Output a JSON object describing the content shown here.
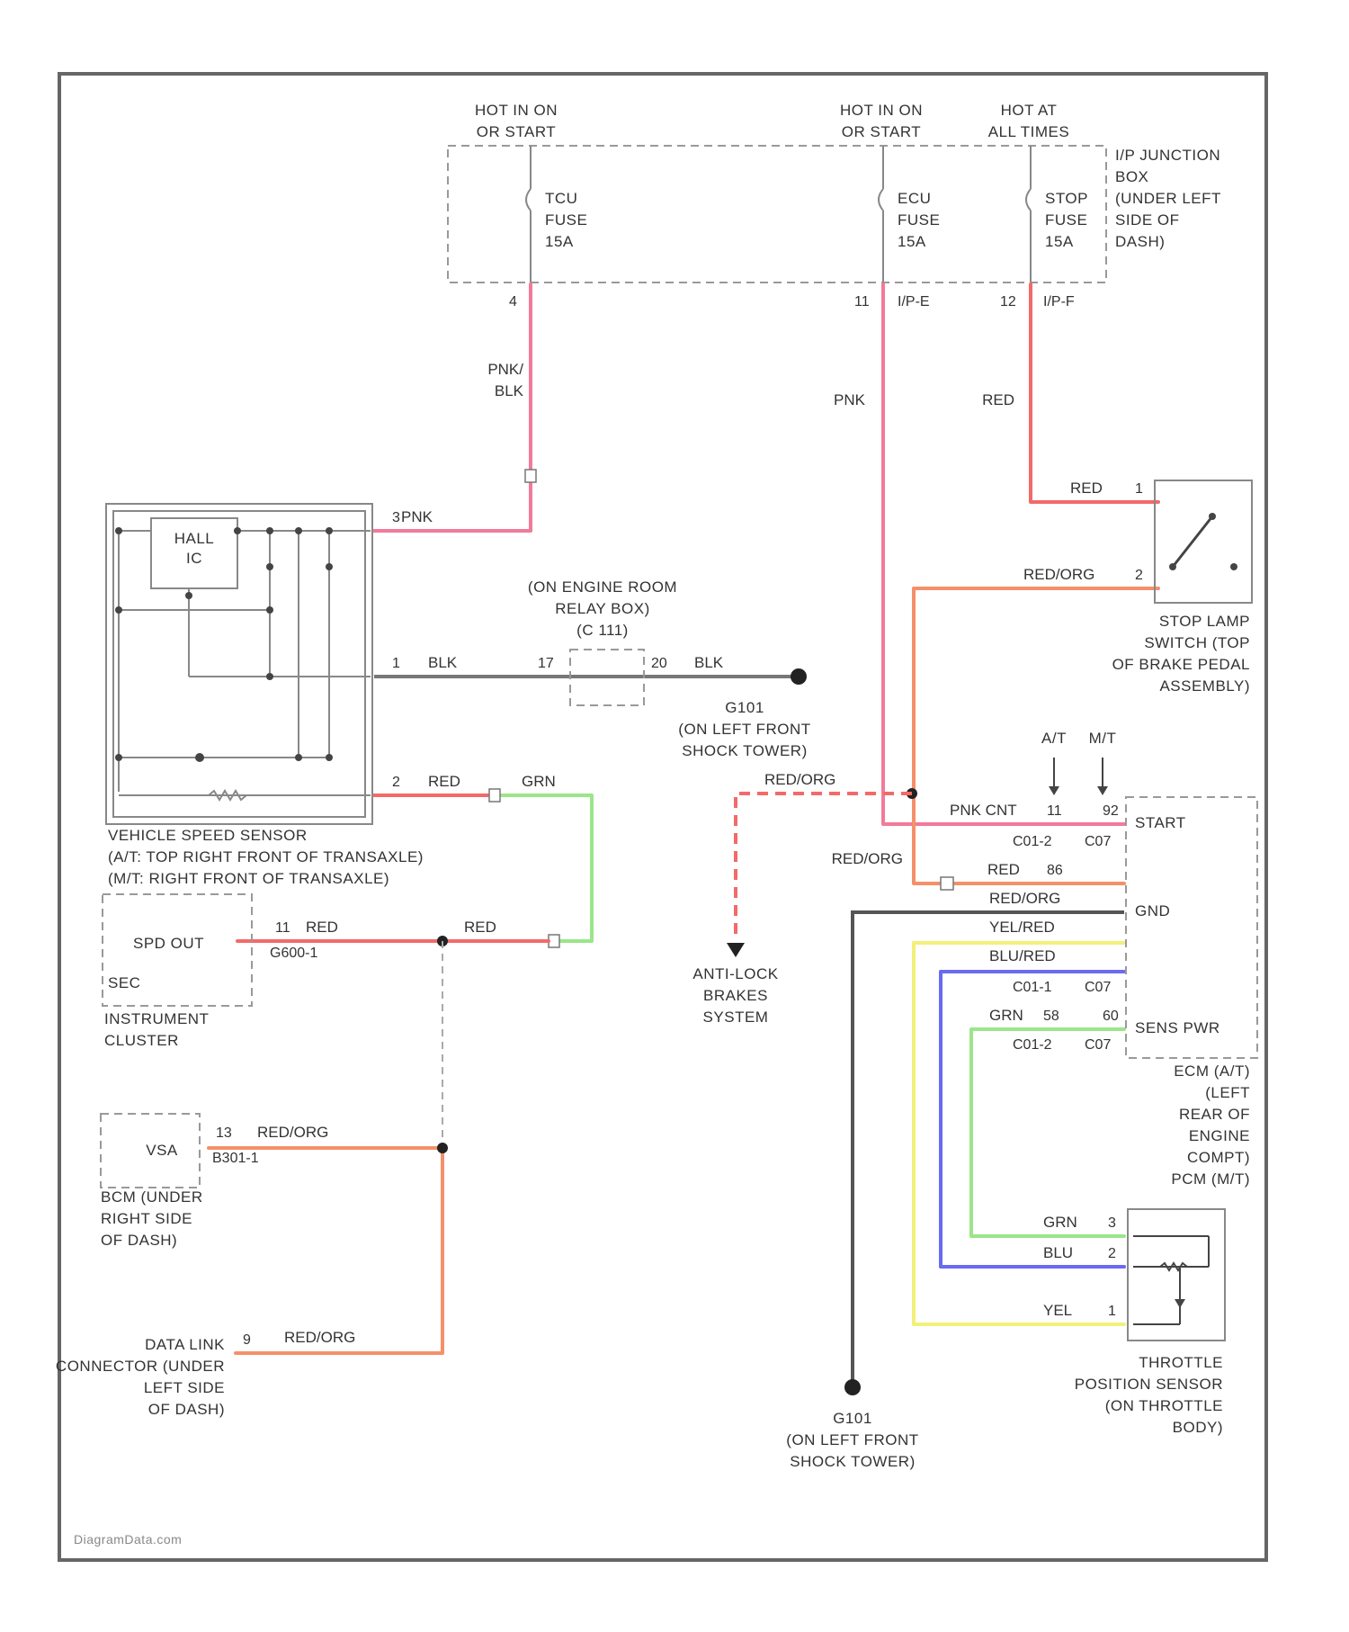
{
  "footer": {
    "watermark": "DiagramData.com"
  },
  "power": {
    "hot_tcu": [
      "HOT IN ON",
      "OR START"
    ],
    "hot_ecu": [
      "HOT IN ON",
      "OR START"
    ],
    "hot_stop": [
      "HOT AT",
      "ALL TIMES"
    ],
    "junction_box": [
      "I/P JUNCTION",
      "BOX",
      "(UNDER LEFT",
      "SIDE OF",
      "DASH)"
    ],
    "tcu_fuse": [
      "TCU",
      "FUSE",
      "15A"
    ],
    "ecu_fuse": [
      "ECU",
      "FUSE",
      "15A"
    ],
    "stop_fuse": [
      "STOP",
      "FUSE",
      "15A"
    ],
    "tcu_pin": "4",
    "ecu_pin": "11",
    "ecu_conn": "I/P-E",
    "stop_pin": "12",
    "stop_conn": "I/P-F"
  },
  "wires": {
    "pnk_blk": [
      "PNK/",
      "BLK"
    ],
    "pnk": "PNK",
    "red": "RED",
    "red_org": "RED/ORG",
    "blk": "BLK",
    "grn": "GRN",
    "pnk_cnt": "PNK CNT",
    "red_org_dup": "RED/ORG",
    "yel": "YEL",
    "blu": "BLU",
    "blu_red": "BLU/RED",
    "yel_red": "YEL/RED",
    "wht_red": "RED/ORG"
  },
  "vss": {
    "hall_ic": [
      "HALL",
      "IC"
    ],
    "pin3": "3",
    "pin1": "1",
    "pin2": "2",
    "label": [
      "VEHICLE SPEED SENSOR",
      "(A/T: TOP RIGHT FRONT OF TRANSAXLE)",
      "(M/T: RIGHT FRONT OF TRANSAXLE)"
    ]
  },
  "relay_box": {
    "label": [
      "(ON ENGINE ROOM",
      "RELAY BOX)",
      "(C 111)"
    ],
    "pin_in": "17",
    "pin_out": "20"
  },
  "ground_g2": {
    "label": [
      "G101",
      "(ON LEFT FRONT",
      "SHOCK TOWER)"
    ]
  },
  "ground_g1": {
    "label": [
      "G101",
      "(ON LEFT FRONT",
      "SHOCK TOWER)"
    ]
  },
  "stop_switch": {
    "pin1": "1",
    "pin2": "2",
    "label": [
      "STOP LAMP",
      "SWITCH (TOP",
      "OF BRAKE PEDAL",
      "ASSEMBLY)"
    ]
  },
  "abs": {
    "label": [
      "ANTI-LOCK",
      "BRAKES",
      "SYSTEM"
    ]
  },
  "transmission": {
    "at": "A/T",
    "mt": "M/T"
  },
  "ecm": {
    "start": "START",
    "gnd": "GND",
    "sens_pwr": "SENS PWR",
    "c01_2": "C01-2",
    "c07": "C07",
    "c01_1": "C01-1",
    "c07b": "C07",
    "c01_2b": "C01-2",
    "c07c": "C07",
    "pin_11": "11",
    "pin_92": "92",
    "pin_86": "86",
    "pin_58": "58",
    "pin_60": "60",
    "label": [
      "ECM (A/T)",
      "(LEFT",
      "REAR OF",
      "ENGINE",
      "COMPT)",
      "PCM (M/T)"
    ]
  },
  "cluster": {
    "spd_out": "SPD OUT",
    "pin": "11",
    "conn": "G600-1",
    "gauge": "SEC",
    "label": [
      "INSTRUMENT",
      "CLUSTER"
    ]
  },
  "vsa": {
    "name": "VSA",
    "pin": "13",
    "conn": "B301-1",
    "label": [
      "BCM (UNDER",
      "RIGHT SIDE",
      "OF DASH)"
    ]
  },
  "dlc": {
    "pin": "9",
    "label": [
      "DATA LINK",
      "CONNECTOR (UNDER",
      "LEFT SIDE",
      "OF DASH)"
    ]
  },
  "tps": {
    "pin3": "3",
    "pin2": "2",
    "pin1": "1",
    "label": [
      "THROTTLE",
      "POSITION SENSOR",
      "(ON THROTTLE",
      "BODY)"
    ]
  },
  "colors": {
    "pink": "#f27a9a",
    "red": "#f26a6a",
    "orange": "#f4906a",
    "green": "#9be58a",
    "yellow": "#f3f07a",
    "blue": "#6a6af2",
    "gray": "#888888"
  }
}
